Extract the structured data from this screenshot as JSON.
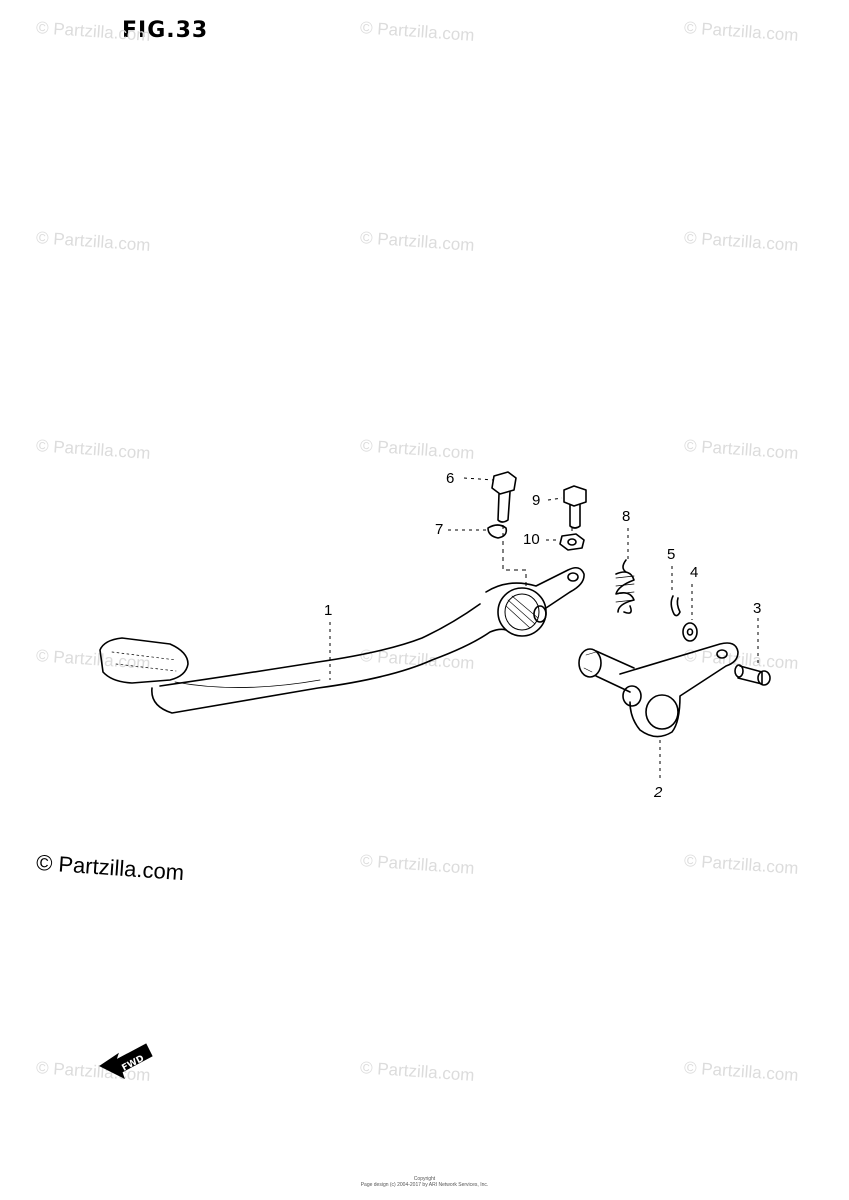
{
  "figure": {
    "title": "FIG.33"
  },
  "watermark": {
    "text": "© Partzilla.com"
  },
  "callouts": [
    "1",
    "2",
    "3",
    "4",
    "5",
    "6",
    "7",
    "8",
    "9",
    "10"
  ],
  "direction_arrow": {
    "label": "FWD"
  },
  "footer": {
    "line1": "Copyright",
    "line2": "Page design (c) 2004-2017 by ARI Network Services, Inc."
  }
}
